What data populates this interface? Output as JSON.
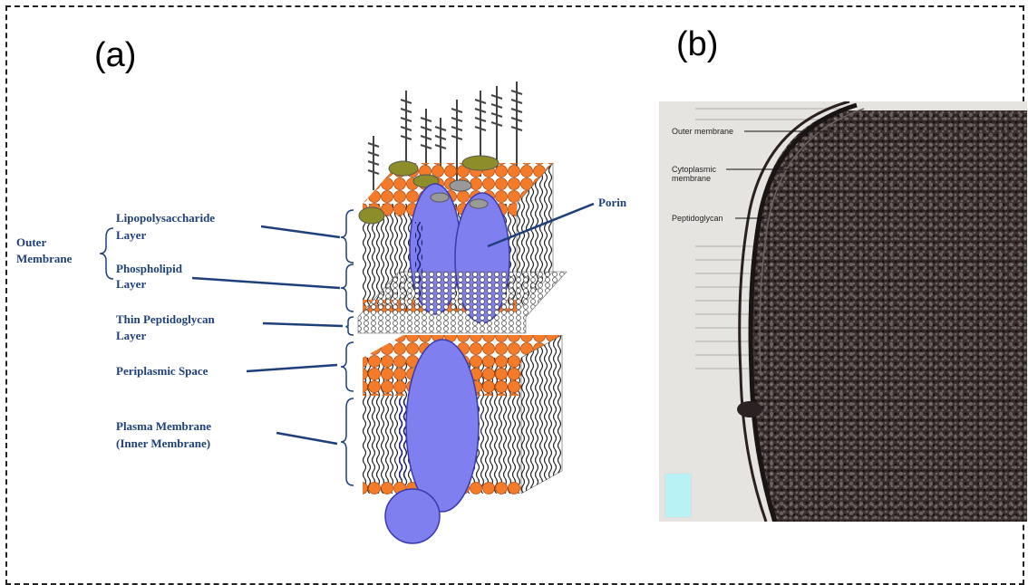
{
  "panels": {
    "a": {
      "label": "(a)",
      "annotations": {
        "outer_membrane_line1": "Outer",
        "outer_membrane_line2": "Membrane",
        "lps_line1": "Lipopolysaccharide",
        "lps_line2": "Layer",
        "phospholipid_line1": "Phospholipid",
        "phospholipid_line2": "Layer",
        "peptidoglycan_line1": "Thin Peptidoglycan",
        "peptidoglycan_line2": "Layer",
        "periplasmic": "Periplasmic Space",
        "plasma_line1": "Plasma Membrane",
        "plasma_line2": "(Inner Membrane)",
        "porin": "Porin"
      }
    },
    "b": {
      "label": "(b)",
      "annotations": {
        "outer_membrane": "Outer membrane",
        "cytoplasmic_line1": "Cytoplasmic",
        "cytoplasmic_line2": "membrane",
        "peptidoglycan": "Peptidoglycan"
      }
    }
  },
  "colors": {
    "label_text": "#1f3f7a",
    "head_orange": "#f47b2a",
    "protein_blue": "#7f7ff0",
    "lps_olive": "#8d8d2a",
    "scale_box": "#b8f2f5"
  }
}
